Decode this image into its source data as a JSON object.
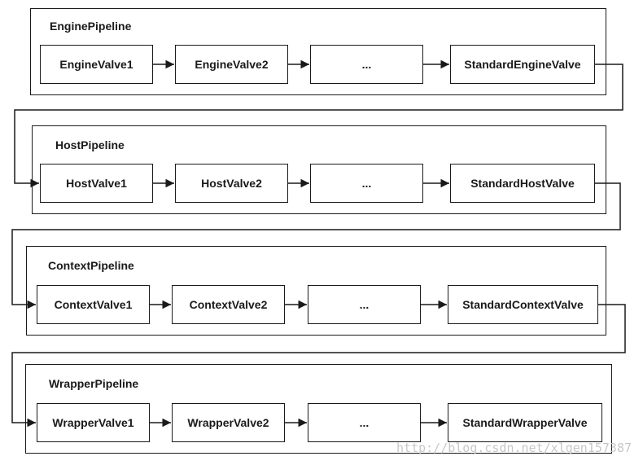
{
  "pipelines": [
    {
      "title": "EnginePipeline",
      "valves": [
        "EngineValve1",
        "EngineValve2",
        "...",
        "StandardEngineValve"
      ]
    },
    {
      "title": "HostPipeline",
      "valves": [
        "HostValve1",
        "HostValve2",
        "...",
        "StandardHostValve"
      ]
    },
    {
      "title": "ContextPipeline",
      "valves": [
        "ContextValve1",
        "ContextValve2",
        "...",
        "StandardContextValve"
      ]
    },
    {
      "title": "WrapperPipeline",
      "valves": [
        "WrapperValve1",
        "WrapperValve2",
        "...",
        "StandardWrapperValve"
      ]
    }
  ],
  "watermark": "http://blog.csdn.net/xlgen157387",
  "colors": {
    "stroke": "#1a1a1a",
    "watermark": "#c8c8c8"
  }
}
